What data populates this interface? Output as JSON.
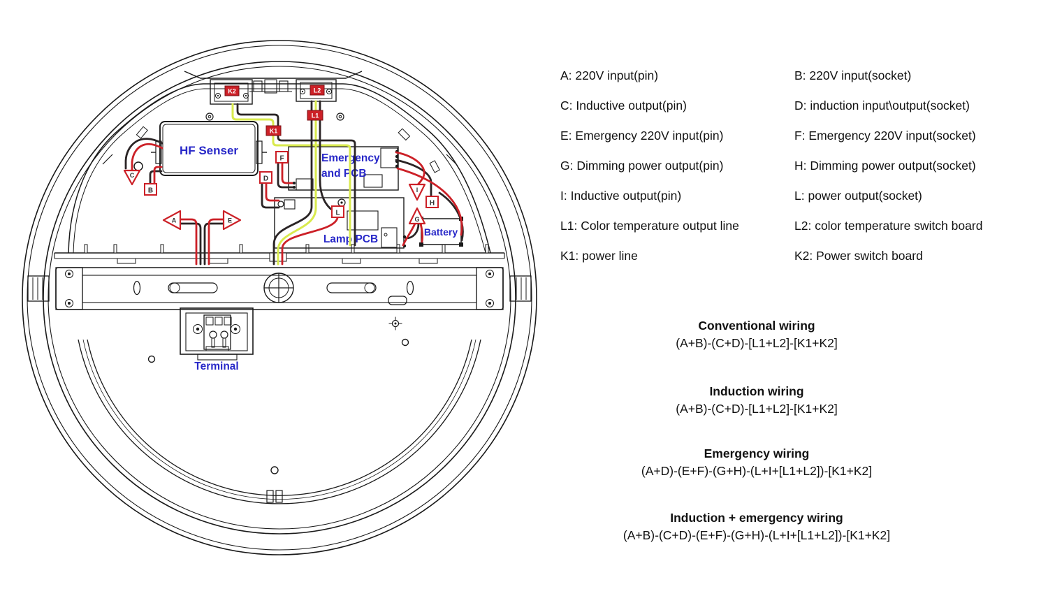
{
  "legend": {
    "rows": [
      {
        "left": "A: 220V input(pin)",
        "right": "B: 220V input(socket)"
      },
      {
        "left": "C: Inductive output(pin)",
        "right": "D: induction input\\output(socket)"
      },
      {
        "left": "E: Emergency 220V input(pin)",
        "right": "F: Emergency 220V input(socket)"
      },
      {
        "left": "G: Dimming power output(pin)",
        "right": "H: Dimming power output(socket)"
      },
      {
        "left": "I: Inductive output(pin)",
        "right": "L: power output(socket)"
      },
      {
        "left": "L1: Color temperature output line",
        "right": "L2: color temperature switch board"
      },
      {
        "left": "K1: power line",
        "right": "K2: Power switch board"
      }
    ]
  },
  "wiring_sections": [
    {
      "title": "Conventional wiring",
      "formula": "(A+B)-(C+D)-[L1+L2]-[K1+K2]"
    },
    {
      "title": "Induction wiring",
      "formula": "(A+B)-(C+D)-[L1+L2]-[K1+K2]"
    },
    {
      "title": "Emergency wiring",
      "formula": "(A+D)-(E+F)-(G+H)-(L+I+[L1+L2])-[K1+K2]"
    },
    {
      "title": "Induction + emergency wiring",
      "formula": "(A+B)-(C+D)-(E+F)-(G+H)-(L+I+[L1+L2])-[K1+K2]"
    }
  ],
  "diagram": {
    "boxes": {
      "hf_sensor": "HF Senser",
      "emergency_pcb_line1": "Emergency",
      "emergency_pcb_line2": "and PCB",
      "lamp_pcb": "Lamp PCB",
      "battery": "Battery",
      "terminal": "Terminal"
    },
    "labels": {
      "k2": "K2",
      "l2": "L2",
      "l1": "L1",
      "k1": "K1",
      "b": "B",
      "c": "C",
      "a": "A",
      "e": "E",
      "f": "F",
      "d": "D",
      "l": "L",
      "h": "H",
      "i": "I",
      "g": "G"
    },
    "colors": {
      "wire_red": "#cc2027",
      "wire_black": "#2a2425",
      "wire_yellow_green": "#d9ea4d",
      "label_blue": "#2828c8",
      "label_red": "#cc2027"
    }
  }
}
